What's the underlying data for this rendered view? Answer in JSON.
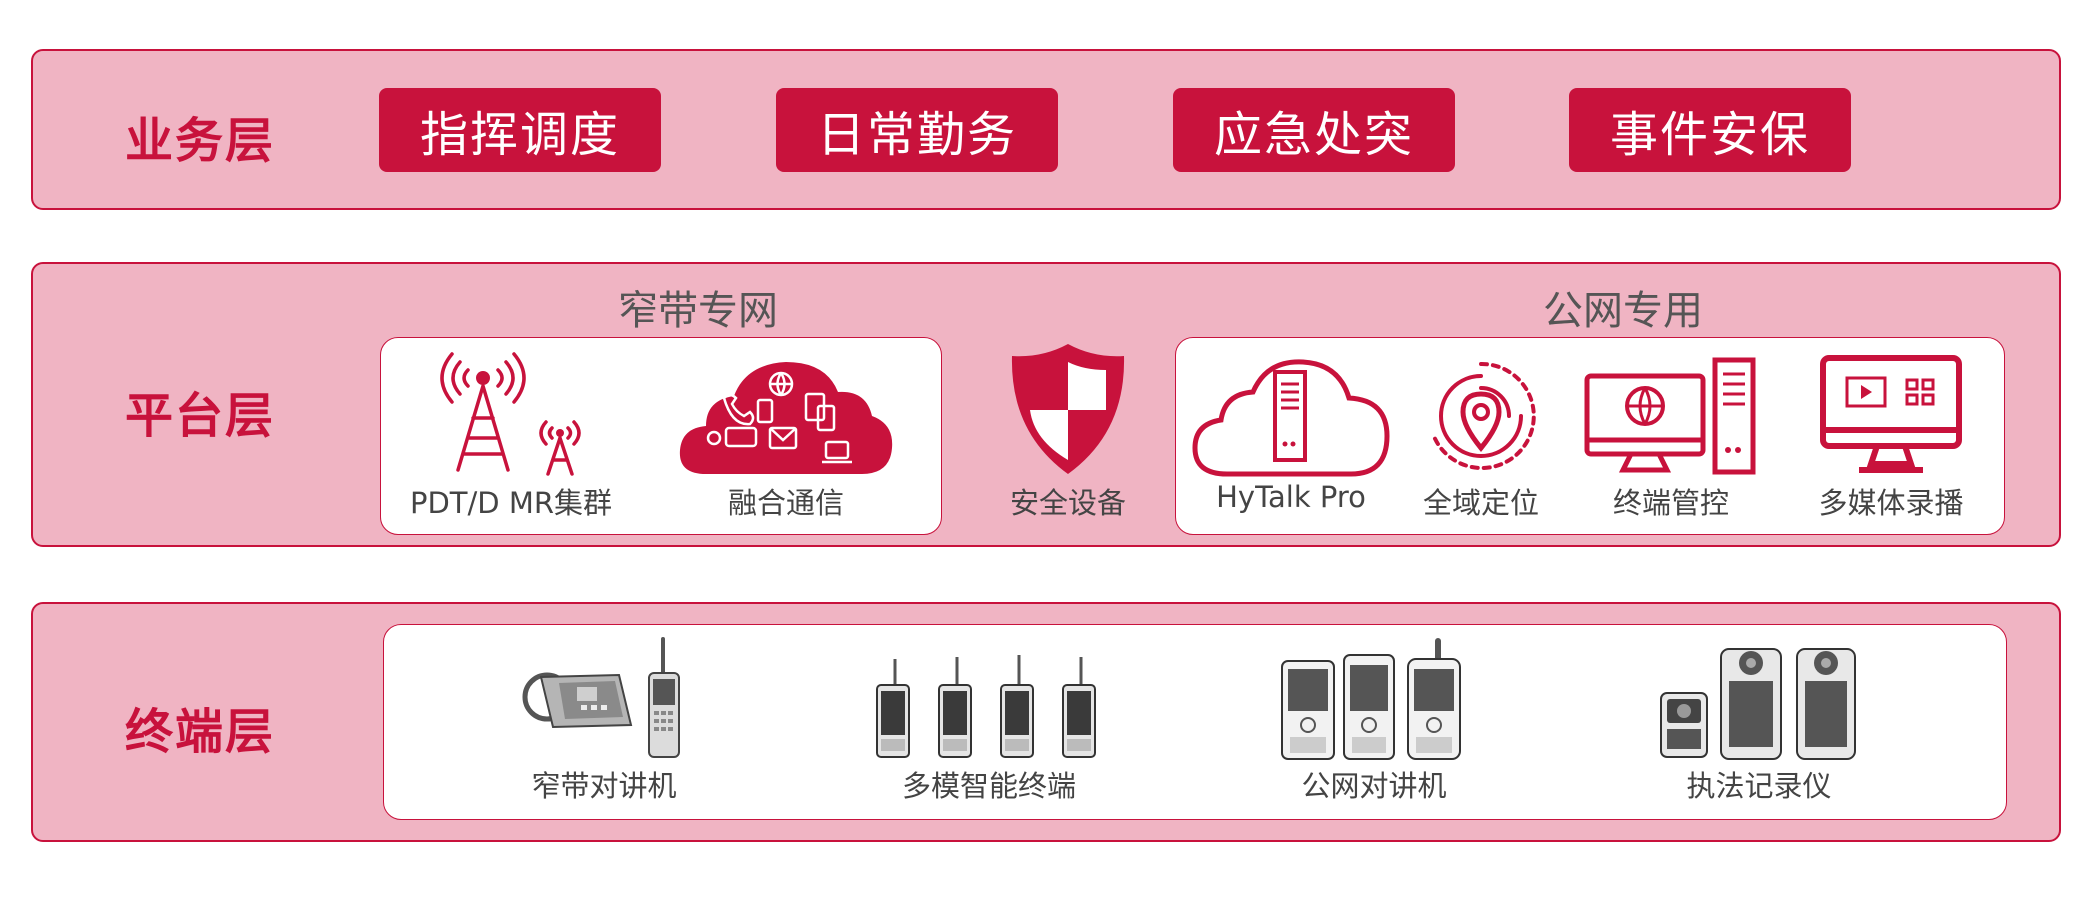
{
  "business": {
    "title": "业务层",
    "buttons": [
      "指挥调度",
      "日常勤务",
      "应急处突",
      "事件安保"
    ]
  },
  "platform": {
    "title": "平台层",
    "narrowband": {
      "title": "窄带专网",
      "items": [
        {
          "label": "PDT/D MR集群",
          "icon": "radio-tower-icon"
        },
        {
          "label": "融合通信",
          "icon": "cloud-devices-icon"
        }
      ]
    },
    "security": {
      "label": "安全设备",
      "icon": "shield-icon"
    },
    "public": {
      "title": "公网专用",
      "items": [
        {
          "label": "HyTalk Pro",
          "icon": "cloud-server-icon"
        },
        {
          "label": "全域定位",
          "icon": "location-pin-icon"
        },
        {
          "label": "终端管控",
          "icon": "monitor-server-icon"
        },
        {
          "label": "多媒体录播",
          "icon": "media-monitor-icon"
        }
      ]
    }
  },
  "terminal": {
    "title": "终端层",
    "items": [
      {
        "label": "窄带对讲机",
        "icon": "narrowband-radio-icon"
      },
      {
        "label": "多模智能终端",
        "icon": "multimode-terminal-icon"
      },
      {
        "label": "公网对讲机",
        "icon": "public-radio-icon"
      },
      {
        "label": "执法记录仪",
        "icon": "body-camera-icon"
      }
    ]
  },
  "colors": {
    "accent": "#c8123c",
    "panel": "#f0b4c3",
    "text": "#444444"
  }
}
